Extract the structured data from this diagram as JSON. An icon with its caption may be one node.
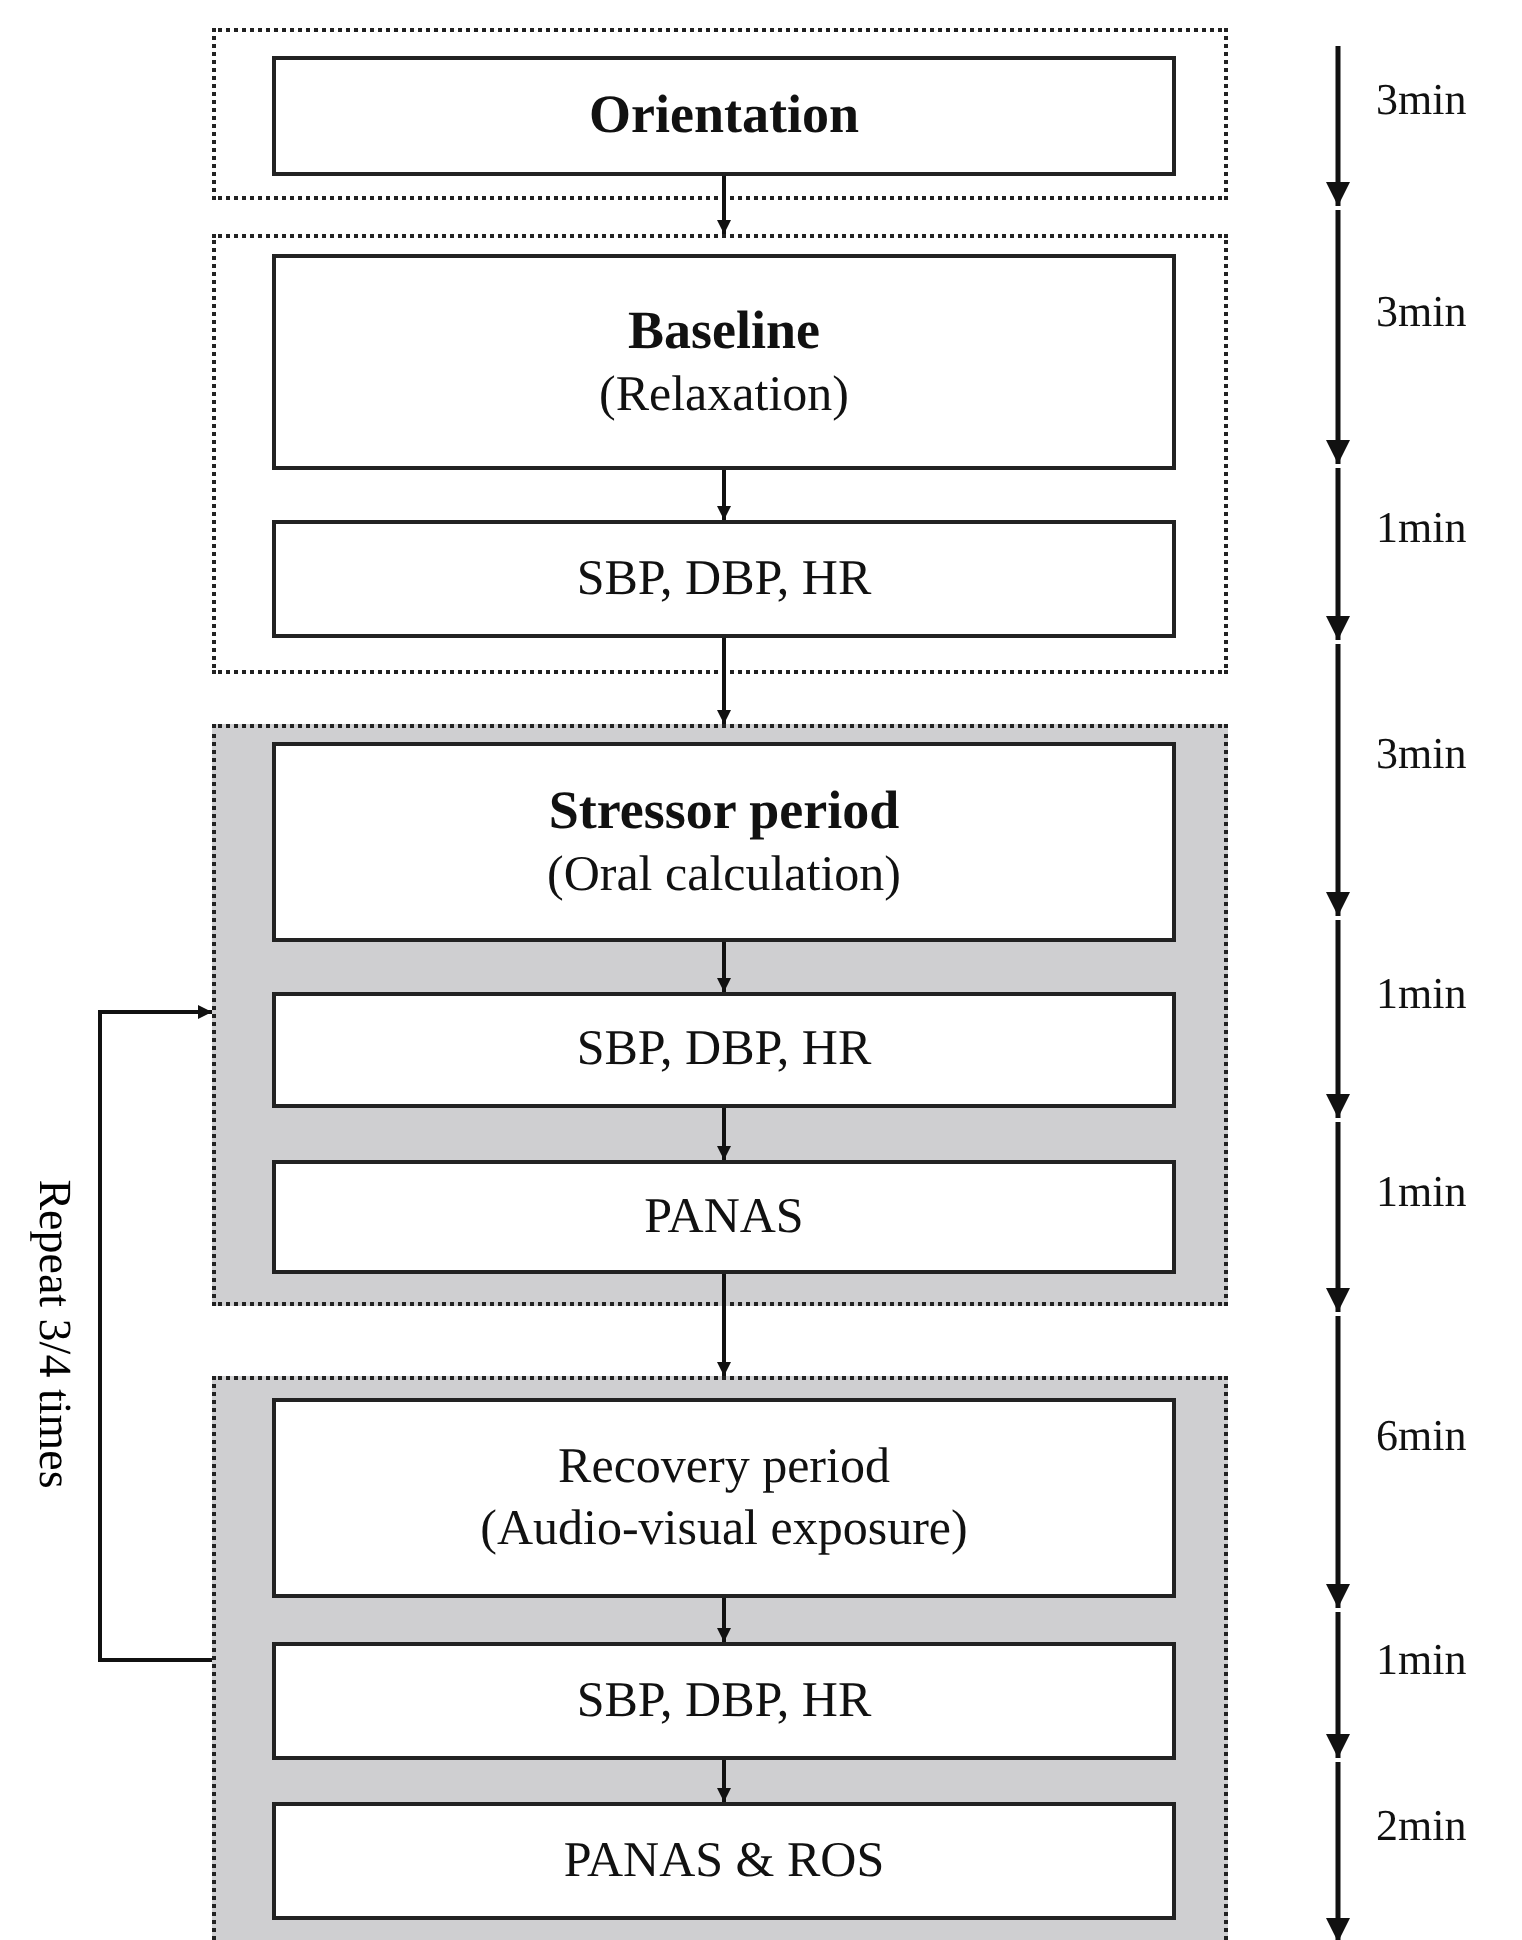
{
  "diagram": {
    "nodes": [
      {
        "text": [],
        "shape": "box"
      },
      {
        "text": [
          "Orientation"
        ],
        "in": 0
      },
      {
        "text": [],
        "shape": "box"
      },
      {
        "text": [
          "Baseline",
          "(Relaxation)"
        ],
        "in": 2
      },
      {
        "text": [
          "SBP, DBP, HR"
        ],
        "in": 2
      },
      {
        "text": [],
        "shape": "box"
      },
      {
        "text": [
          "Stressor period",
          "(Oral calculation)"
        ],
        "in": 5
      },
      {
        "text": [
          "SBP, DBP, HR"
        ],
        "in": 5
      },
      {
        "text": [
          "PANAS"
        ],
        "in": 5
      },
      {
        "text": [],
        "shape": "box"
      },
      {
        "text": [
          "Recovery period",
          "(Audio-visual exposure)"
        ],
        "in": 9
      },
      {
        "text": [
          "SBP, DBP, HR"
        ],
        "in": 9
      },
      {
        "text": [
          "PANAS & ROS"
        ],
        "in": 9
      }
    ],
    "labels": [
      "3min",
      "3min",
      "1min",
      "3min",
      "1min",
      "1min",
      "6min",
      "1min",
      "2min"
    ],
    "edges": [
      {
        "from": 1,
        "to": 2,
        "arrow": "to"
      },
      {
        "from": 3,
        "to": 4,
        "arrow": "to"
      },
      {
        "from": 4,
        "to": 5,
        "arrow": "to"
      },
      {
        "from": 6,
        "to": 7,
        "arrow": "to"
      },
      {
        "from": 7,
        "to": 8,
        "arrow": "to"
      },
      {
        "from": 8,
        "to": 9,
        "arrow": "to"
      },
      {
        "from": 10,
        "to": 11,
        "arrow": "to"
      },
      {
        "from": 11,
        "to": 12,
        "arrow": "to"
      },
      {
        "from": 9,
        "to": 5,
        "arrow": "to",
        "label": "Repeat 3/4 times"
      }
    ]
  }
}
